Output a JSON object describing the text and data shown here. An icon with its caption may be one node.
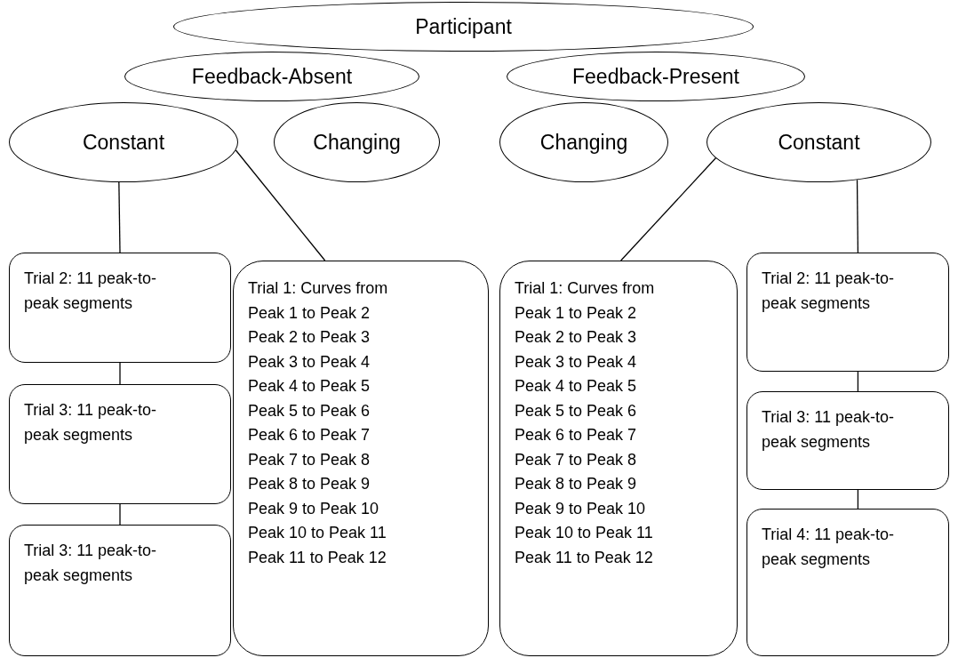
{
  "diagram": {
    "nodes": [
      {
        "text": [
          "Participant"
        ]
      },
      {
        "text": [
          "Feedback-Absent"
        ]
      },
      {
        "text": [
          "Feedback-Present"
        ]
      },
      {
        "text": [
          "Constant"
        ]
      },
      {
        "text": [
          "Changing"
        ]
      },
      {
        "text": [
          "Changing"
        ]
      },
      {
        "text": [
          "Constant"
        ]
      },
      {
        "text": [
          "Trial 2: 11 peak-to-peak segments"
        ]
      },
      {
        "text": [
          "Trial 3: 11 peak-to-peak segments"
        ]
      },
      {
        "text": [
          "Trial 3: 11 peak-to-peak segments"
        ]
      },
      {
        "text": [
          "Trial 1: Curves from",
          "Peak 1 to Peak 2",
          "Peak 2 to Peak 3",
          "Peak 3 to Peak 4",
          "Peak 4 to Peak 5",
          "Peak 5 to Peak 6",
          "Peak 6 to Peak 7",
          "Peak 7 to Peak 8",
          "Peak 8 to Peak 9",
          "Peak 9 to Peak 10",
          "Peak 10 to Peak 11",
          "Peak 11 to Peak 12"
        ]
      },
      {
        "text": [
          "Trial 1: Curves from",
          "Peak 1 to Peak 2",
          "Peak 2 to Peak 3",
          "Peak 3 to Peak 4",
          "Peak 4 to Peak 5",
          "Peak 5 to Peak 6",
          "Peak 6 to Peak 7",
          "Peak 7 to Peak 8",
          "Peak 8 to Peak 9",
          "Peak 9 to Peak 10",
          "Peak 10 to Peak 11",
          "Peak 11 to Peak 12"
        ]
      },
      {
        "text": [
          "Trial 2: 11 peak-to-peak segments"
        ]
      },
      {
        "text": [
          "Trial 3: 11 peak-to-peak segments"
        ]
      },
      {
        "text": [
          "Trial 4: 11 peak-to-peak segments"
        ]
      }
    ],
    "edges": [
      {
        "from": 3,
        "to": 7,
        "arrow": "none"
      },
      {
        "from": 7,
        "to": 8,
        "arrow": "none"
      },
      {
        "from": 8,
        "to": 9,
        "arrow": "none"
      },
      {
        "from": 3,
        "to": 10,
        "arrow": "none"
      },
      {
        "from": 6,
        "to": 11,
        "arrow": "none"
      },
      {
        "from": 6,
        "to": 12,
        "arrow": "none"
      },
      {
        "from": 12,
        "to": 13,
        "arrow": "none"
      },
      {
        "from": 13,
        "to": 14,
        "arrow": "none"
      }
    ]
  }
}
